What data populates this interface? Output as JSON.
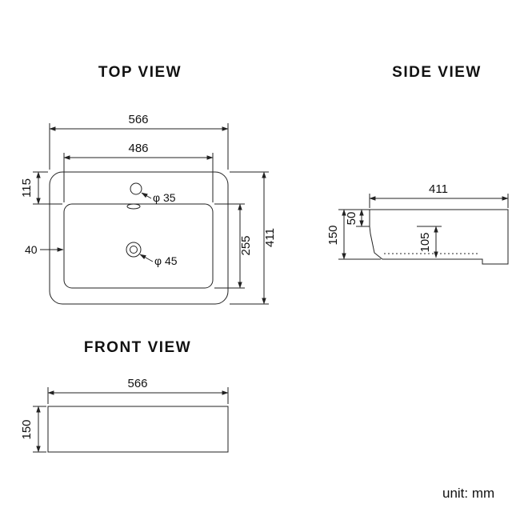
{
  "background": "#ffffff",
  "line_color": "#222222",
  "unit_label": "unit: mm",
  "views": {
    "top": {
      "title": "TOP VIEW",
      "overall_width": "566",
      "inner_width": "486",
      "front_edge_offset": "115",
      "rim_width": "40",
      "basin_length": "255",
      "overall_depth": "411",
      "faucet_hole": "φ 35",
      "drain_hole": "φ 45"
    },
    "side": {
      "title": "SIDE VIEW",
      "overall_depth": "411",
      "front_lip_height": "50",
      "overall_height": "150",
      "inner_depth": "105"
    },
    "front": {
      "title": "FRONT VIEW",
      "overall_width": "566",
      "overall_height": "150"
    }
  }
}
